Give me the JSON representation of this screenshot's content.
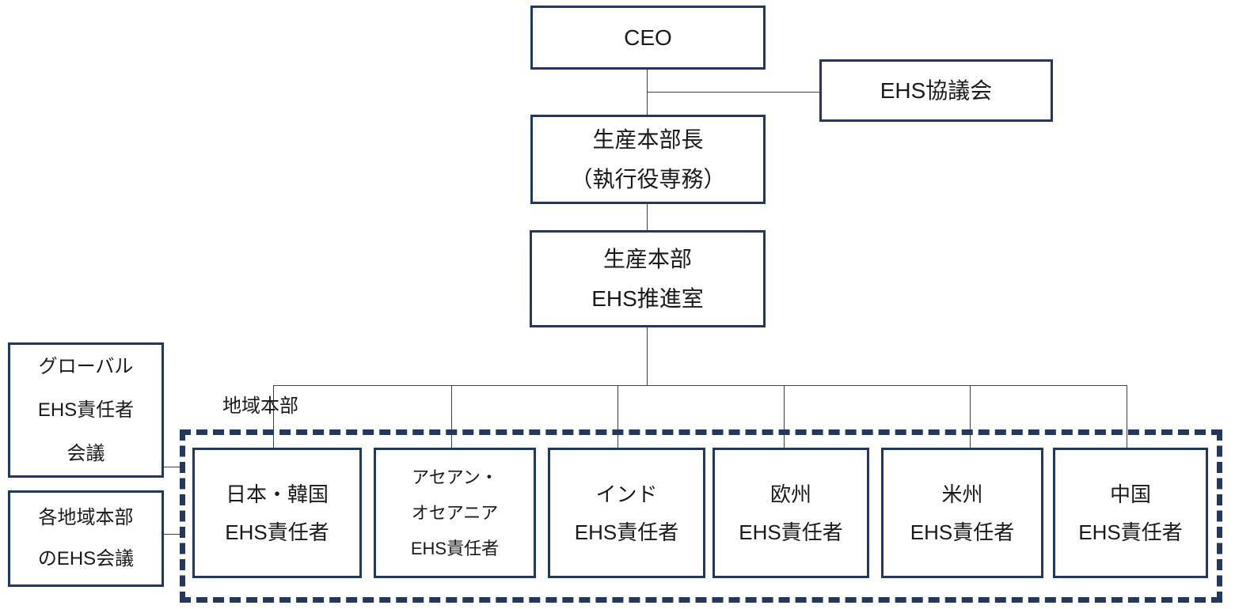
{
  "colors": {
    "box_border_navy": "#1f3864",
    "connector_line": "#404040",
    "text": "#1a1a1a",
    "background": "#ffffff"
  },
  "org_chart": {
    "ceo": {
      "label": "CEO"
    },
    "council": {
      "label": "EHS協議会"
    },
    "production_director": {
      "lines": [
        "生産本部長",
        "（執行役専務）"
      ]
    },
    "promotion_office": {
      "lines": [
        "生産本部",
        "EHS推進室"
      ]
    },
    "regional_group_label": "地域本部",
    "side_meetings": [
      {
        "lines": [
          "グローバル",
          "EHS責任者",
          "会議"
        ]
      },
      {
        "lines": [
          "各地域本部",
          "のEHS会議"
        ]
      }
    ],
    "regions": [
      {
        "lines": [
          "日本・韓国",
          "EHS責任者"
        ]
      },
      {
        "lines": [
          "アセアン・",
          "オセアニア",
          "EHS責任者"
        ]
      },
      {
        "lines": [
          "インド",
          "EHS責任者"
        ]
      },
      {
        "lines": [
          "欧州",
          "EHS責任者"
        ]
      },
      {
        "lines": [
          "米州",
          "EHS責任者"
        ]
      },
      {
        "lines": [
          "中国",
          "EHS責任者"
        ]
      }
    ]
  }
}
